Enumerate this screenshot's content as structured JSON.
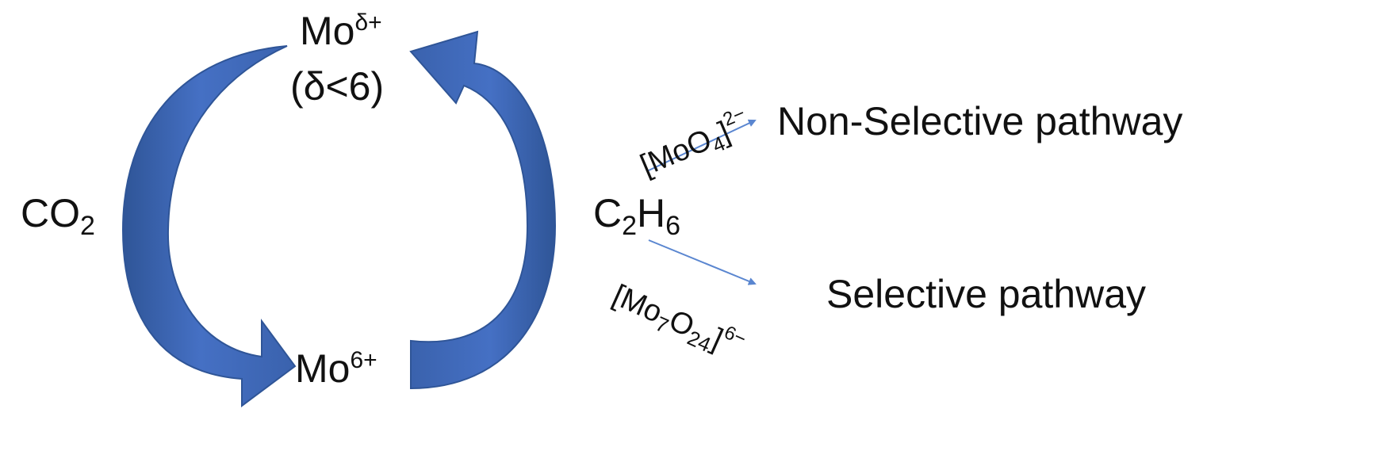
{
  "colors": {
    "arrow_fill": "#4570c4",
    "arrow_dark": "#2f5597",
    "thin_arrow": "#5a86d0",
    "text": "#111111"
  },
  "cycle": {
    "top_label": {
      "base": "Mo",
      "sup": "δ+"
    },
    "top_condition": "(δ<6)",
    "bottom_label": {
      "base": "Mo",
      "sup": "6+"
    },
    "left_reagent": {
      "base": "CO",
      "sub": "2"
    },
    "right_reagent": {
      "c": "C",
      "c_sub": "2",
      "h": "H",
      "h_sub": "6"
    }
  },
  "pathways": {
    "upper": {
      "species": {
        "base": "[MoO",
        "sub": "4",
        "close": "]",
        "sup": "2−"
      },
      "label": "Non-Selective pathway"
    },
    "lower": {
      "species": {
        "base": "[Mo",
        "sub1": "7",
        "mid": "O",
        "sub2": "24",
        "close": "]",
        "sup": "6−"
      },
      "label": "Selective pathway"
    }
  }
}
